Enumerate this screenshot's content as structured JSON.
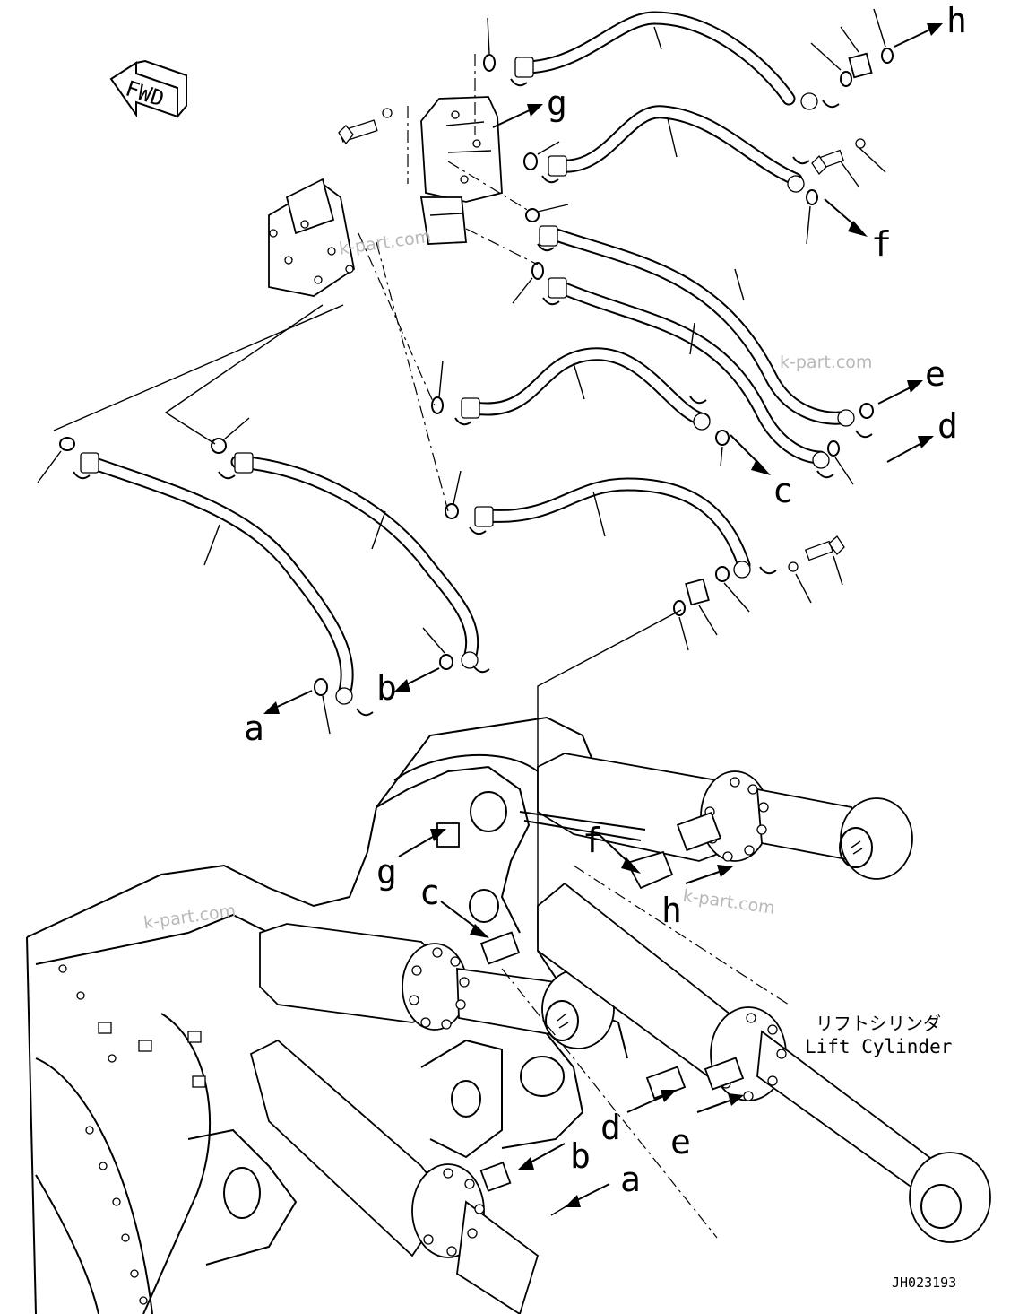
{
  "fwd_label": "FWD",
  "callouts": {
    "a": "a",
    "b": "b",
    "c": "c",
    "d": "d",
    "e": "e",
    "f": "f",
    "g": "g",
    "h": "h"
  },
  "component_label_jp": "リフトシリンダ",
  "component_label_en": "Lift Cylinder",
  "drawing_number": "JH023193",
  "watermark": "k-part.com"
}
